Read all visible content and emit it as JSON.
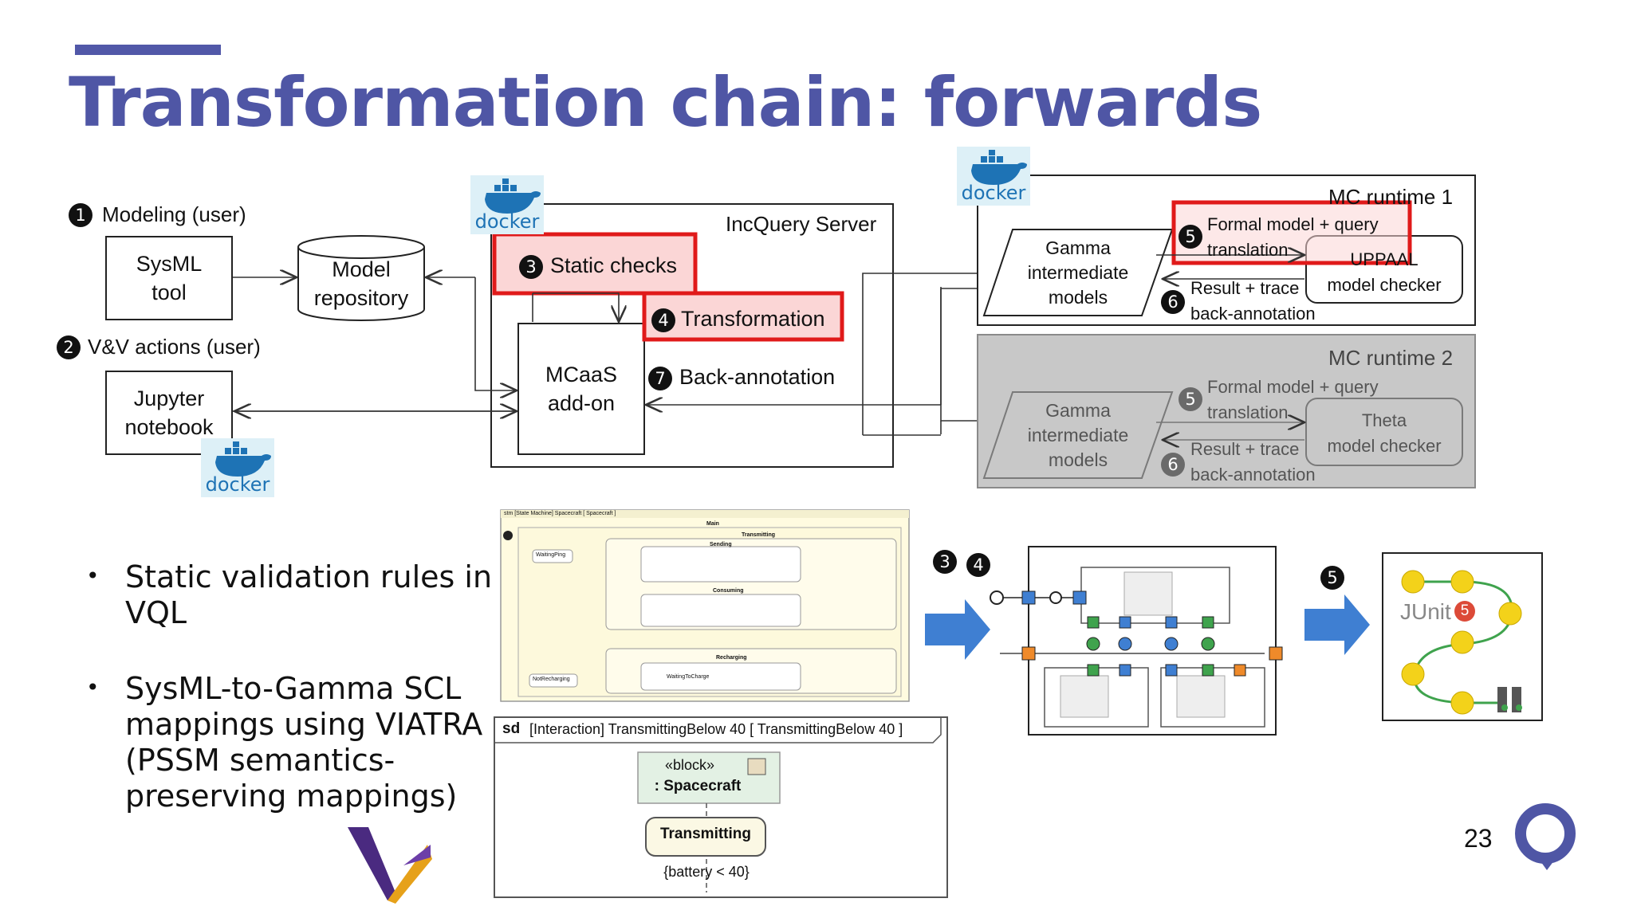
{
  "slide": {
    "title": "Transformation chain: forwards",
    "page_number": "23",
    "accent_color": "#4f56a5"
  },
  "steps": {
    "s1": {
      "num": "1",
      "label": "Modeling (user)"
    },
    "s2": {
      "num": "2",
      "label": "V&V actions (user)"
    },
    "s3": {
      "num": "3",
      "label": "Static checks"
    },
    "s4": {
      "num": "4",
      "label": "Transformation"
    },
    "s7": {
      "num": "7",
      "label": "Back-annotation"
    }
  },
  "boxes": {
    "sysml": [
      "SysML",
      "tool"
    ],
    "repo": [
      "Model",
      "repository"
    ],
    "jupyter": [
      "Jupyter",
      "notebook"
    ],
    "incquery": "IncQuery Server",
    "mcaas": [
      "MCaaS",
      "add-on"
    ]
  },
  "docker_label": "docker",
  "runtime1": {
    "title": "MC runtime 1",
    "gamma": [
      "Gamma",
      "intermediate",
      "models"
    ],
    "formal_num": "5",
    "formal": [
      "Formal model + query",
      "translation"
    ],
    "checker": [
      "UPPAAL",
      "model checker"
    ],
    "result_num": "6",
    "result": [
      "Result + trace",
      "back-annotation"
    ]
  },
  "runtime2": {
    "title": "MC runtime 2",
    "gamma": [
      "Gamma",
      "intermediate",
      "models"
    ],
    "formal_num": "5",
    "formal": [
      "Formal model + query",
      "translation"
    ],
    "checker": [
      "Theta",
      "model checker"
    ],
    "result_num": "6",
    "result": [
      "Result + trace",
      "back-annotation"
    ]
  },
  "bullets": [
    [
      "Static validation rules in",
      "VQL"
    ],
    [
      "SysML-to-Gamma SCL",
      "mappings using VIATRA",
      "(PSSM semantics-",
      "preserving mappings)"
    ]
  ],
  "bottom": {
    "steps_34": [
      "3",
      "4"
    ],
    "step_5": "5",
    "junit_label": "JUnit",
    "junit_num": "5",
    "sd_header_bold": "sd",
    "sd_header": "[Interaction] TransmittingBelow 40 [ TransmittingBelow 40 ]",
    "sd_block_stereo": "«block»",
    "sd_block_name": ": Spacecraft",
    "sd_state": "Transmitting",
    "sd_constraint": "{battery < 40}",
    "stm_header": "stm [State Machine] Spacecraft [ Spacecraft ]",
    "stm_main": "Main",
    "stm_transmitting": "Transmitting",
    "stm_sending": "Sending",
    "stm_consuming": "Consuming",
    "stm_recharging": "Recharging",
    "stm_waiting_ping": "WaitingPing",
    "stm_not_recharging": "NotRecharging",
    "stm_waiting_charge": "WaitingToCharge"
  }
}
